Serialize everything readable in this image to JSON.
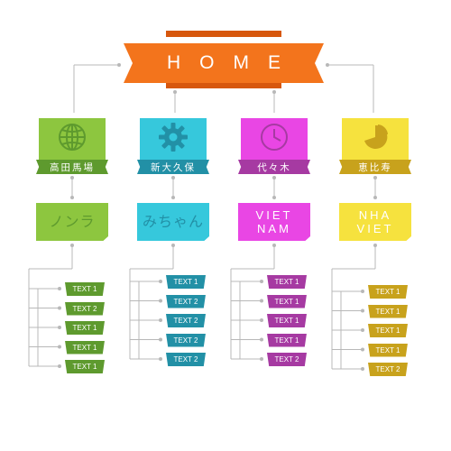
{
  "home": {
    "title": "HOME",
    "color": "#f3741c"
  },
  "columns": [
    {
      "key": "green",
      "color": "#8dc63f",
      "ribbon_color": "#5e9a2e",
      "icon": "globe-icon",
      "label": "高田馬場",
      "sub_lines": [
        "ノンラ"
      ],
      "sub_text_color": "#5e9a2e",
      "items": [
        "TEXT 1",
        "TEXT 2",
        "TEXT 1",
        "TEXT 1",
        "TEXT 1"
      ]
    },
    {
      "key": "teal",
      "color": "#36c8dc",
      "ribbon_color": "#2290a6",
      "icon": "gear-icon",
      "label": "新大久保",
      "sub_lines": [
        "みちゃん"
      ],
      "sub_text_color": "#2290a6",
      "items": [
        "TEXT 1",
        "TEXT 2",
        "TEXT 2",
        "TEXT 2",
        "TEXT 2"
      ]
    },
    {
      "key": "pink",
      "color": "#e946e4",
      "ribbon_color": "#a63aa2",
      "icon": "clock-icon",
      "label": "代々木",
      "sub_lines": [
        "VIET",
        "NAM"
      ],
      "sub_text_color": "#ffffff",
      "items": [
        "TEXT 1",
        "TEXT 1",
        "TEXT 1",
        "TEXT 1",
        "TEXT 2"
      ]
    },
    {
      "key": "yellow",
      "color": "#f6e23e",
      "ribbon_color": "#c8a21c",
      "icon": "pie-chart-icon",
      "label": "恵比寿",
      "sub_lines": [
        "NHA",
        "VIET"
      ],
      "sub_text_color": "#ffffff",
      "items": [
        "TEXT 1",
        "TEXT 1",
        "TEXT 1",
        "TEXT 1",
        "TEXT 2"
      ]
    }
  ]
}
